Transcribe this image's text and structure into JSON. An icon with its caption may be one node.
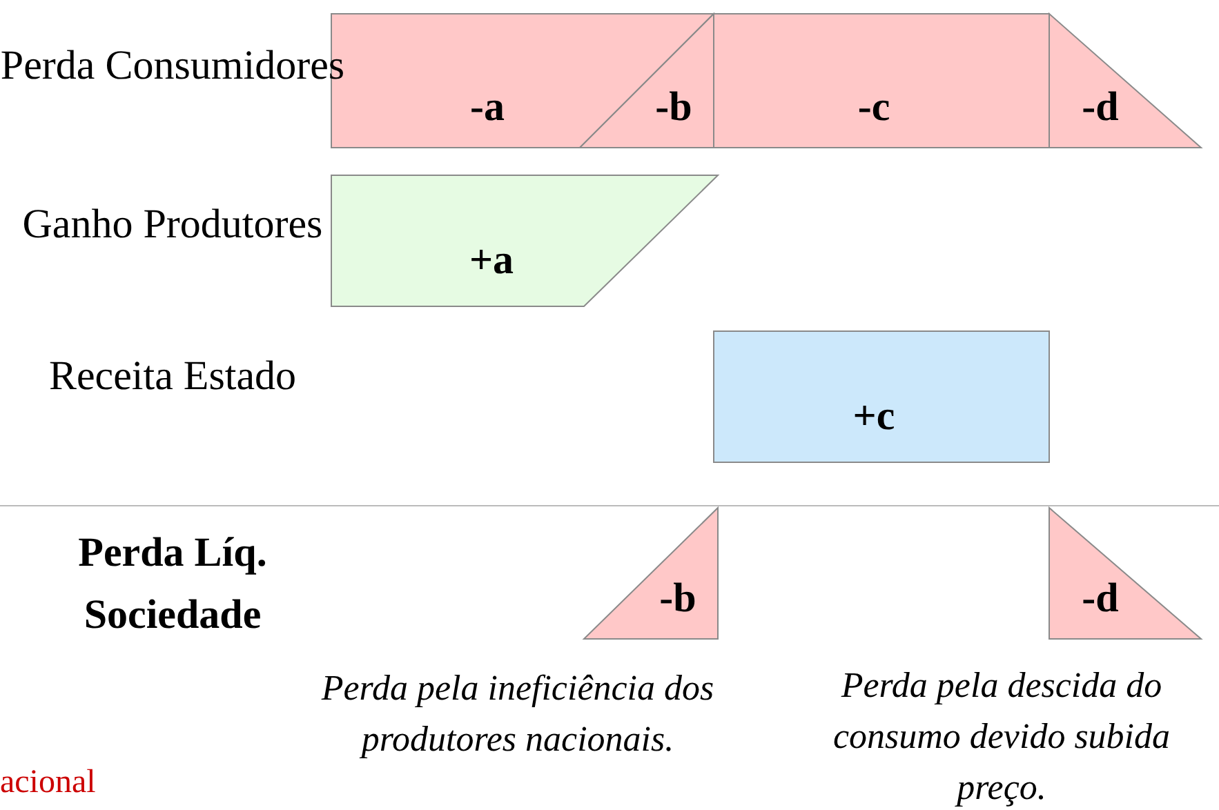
{
  "diagram": {
    "nodes": [
      {
        "text": [
          "-a"
        ]
      },
      {
        "text": [
          "-b"
        ]
      },
      {
        "text": [
          "-c"
        ]
      },
      {
        "text": [
          "-d"
        ]
      },
      {
        "text": [
          "+a"
        ]
      },
      {
        "text": [
          "+c"
        ]
      },
      {
        "text": [
          "-b"
        ],
        "beside": [
          "Perda pela ineficiência dos produtores nacionais."
        ]
      },
      {
        "text": [
          "-d"
        ],
        "beside": [
          "Perda pela descida do consumo devido subida preço."
        ]
      }
    ],
    "edges": [],
    "labels": [
      "Perda Consumidores",
      "Ganho Produtores",
      "Receita Estado",
      "Perda Líq. Sociedade",
      "acional"
    ]
  }
}
